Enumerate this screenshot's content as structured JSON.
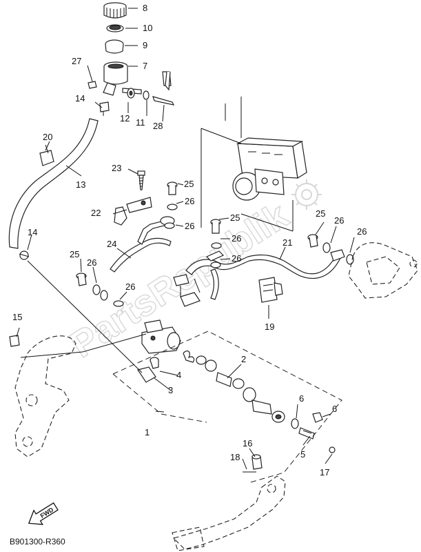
{
  "diagram": {
    "code": "B901300-R360",
    "fwd_label": "FWD",
    "watermark": "PartsRepublik",
    "callouts": {
      "c1": "1",
      "c2": "2",
      "c3": "3",
      "c4": "4",
      "c5": "5",
      "c6a": "6",
      "c6b": "6",
      "c7": "7",
      "c8": "8",
      "c9": "9",
      "c10": "10",
      "c11": "11",
      "c12": "12",
      "c13": "13",
      "c14a": "14",
      "c14b": "14",
      "c15": "15",
      "c16": "16",
      "c17": "17",
      "c18": "18",
      "c19": "19",
      "c20": "20",
      "c21": "21",
      "c22": "22",
      "c23": "23",
      "c24": "24",
      "c25a": "25",
      "c25b": "25",
      "c25c": "25",
      "c25d": "25",
      "c26a": "26",
      "c26b": "26",
      "c26c": "26",
      "c26d": "26",
      "c26e": "26",
      "c26f": "26",
      "c26g": "26",
      "c27": "27",
      "c28": "28"
    }
  }
}
